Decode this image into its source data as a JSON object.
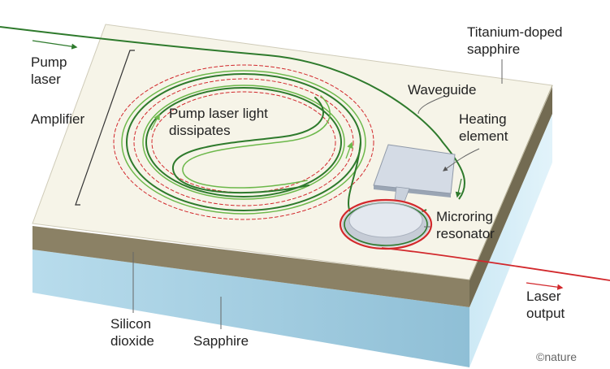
{
  "labels": {
    "pump_laser": [
      "Pump",
      "laser"
    ],
    "titanium_doped_sapphire": [
      "Titanium-doped",
      "sapphire"
    ],
    "waveguide": "Waveguide",
    "amplifier": "Amplifier",
    "pump_light_dissipates": [
      "Pump laser light",
      "dissipates"
    ],
    "heating_element": [
      "Heating",
      "element"
    ],
    "microring_resonator": [
      "Microring",
      "resonator"
    ],
    "laser_output": [
      "Laser",
      "output"
    ],
    "silicon_dioxide": [
      "Silicon",
      "dioxide"
    ],
    "sapphire": "Sapphire"
  },
  "credit": "©nature",
  "colors": {
    "top_surface": "#f6f4e8",
    "silicon_dioxide_front": "#8b8165",
    "silicon_dioxide_side": "#736b52",
    "sapphire_front": "#a6cde0",
    "sapphire_side": "#c9e6f3",
    "pump_waveguide": "#2e7a2c",
    "light_arrow": "#6cb84a",
    "laser_red": "#d2282c",
    "leader": "#666666"
  }
}
